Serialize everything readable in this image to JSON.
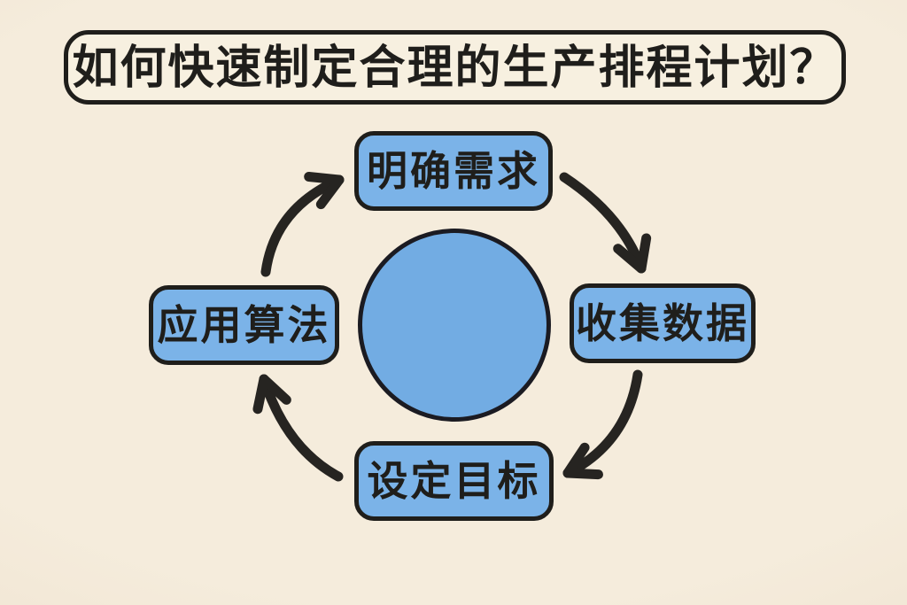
{
  "title": {
    "text": "如何快速制定合理的生产排程计划？"
  },
  "cycle": {
    "flow_direction": "clockwise",
    "steps": [
      {
        "id": "clarify-requirements",
        "label": "明确需求",
        "position": "top"
      },
      {
        "id": "collect-data",
        "label": "收集数据",
        "position": "right"
      },
      {
        "id": "set-goals",
        "label": "设定目标",
        "position": "bottom"
      },
      {
        "id": "apply-algorithm",
        "label": "应用算法",
        "position": "left"
      }
    ],
    "arrows": [
      {
        "from": "apply-algorithm",
        "to": "clarify-requirements"
      },
      {
        "from": "clarify-requirements",
        "to": "collect-data"
      },
      {
        "from": "collect-data",
        "to": "set-goals"
      },
      {
        "from": "set-goals",
        "to": "apply-algorithm"
      }
    ]
  },
  "colors": {
    "background_cream": "#f2e8d8",
    "title_panel_fill": "#f7f0e0",
    "step_box_fill": "#7bb3e8",
    "center_circle_fill": "#72ace3",
    "ink_black": "#1f1e1b"
  }
}
